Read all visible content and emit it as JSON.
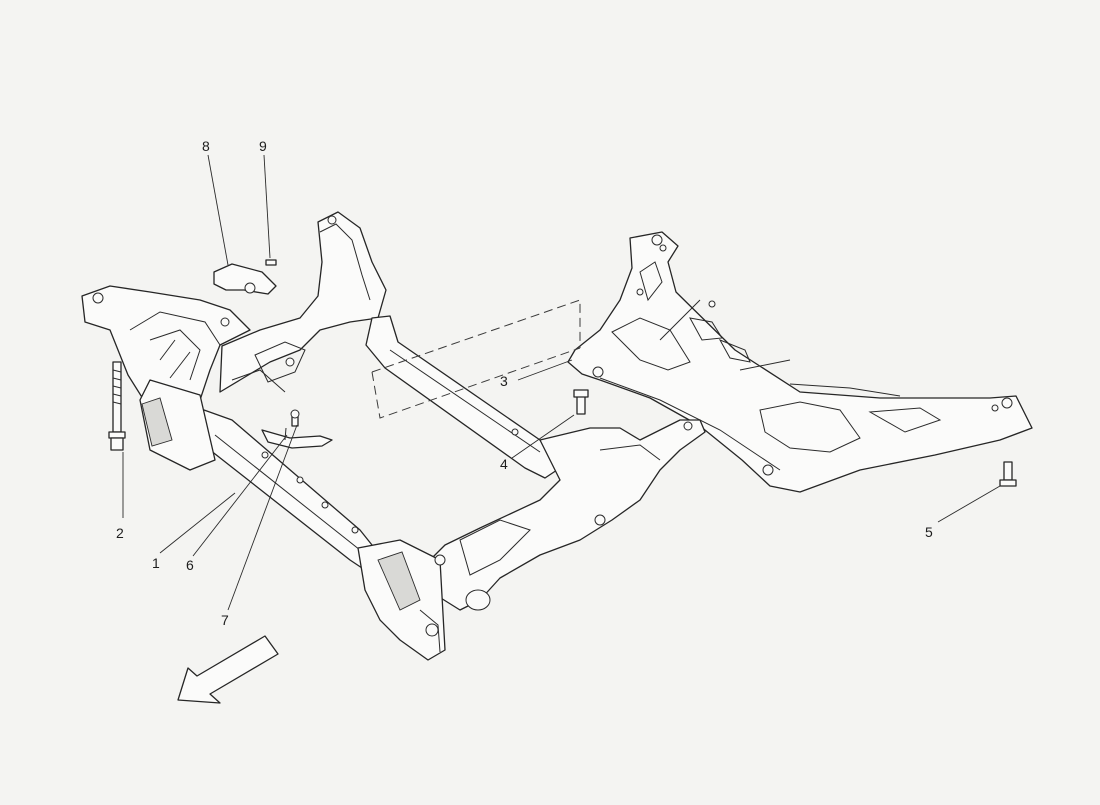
{
  "callouts": [
    {
      "id": "1",
      "label": "1"
    },
    {
      "id": "2",
      "label": "2"
    },
    {
      "id": "3",
      "label": "3"
    },
    {
      "id": "4",
      "label": "4"
    },
    {
      "id": "5",
      "label": "5"
    },
    {
      "id": "6",
      "label": "6"
    },
    {
      "id": "7",
      "label": "7"
    },
    {
      "id": "8",
      "label": "8"
    },
    {
      "id": "9",
      "label": "9"
    }
  ],
  "icons": {
    "direction_arrow": "arrow-down-left-icon"
  }
}
